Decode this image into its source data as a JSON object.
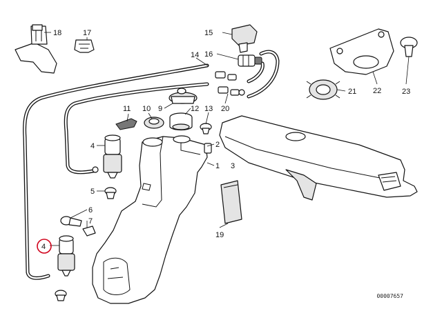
{
  "diagram": {
    "drawing_code": "00007657",
    "highlight_color": "#d0021b",
    "highlighted_label": "4",
    "labels": {
      "l18": "18",
      "l17": "17",
      "l15": "15",
      "l14": "14",
      "l16": "16",
      "l22": "22",
      "l21": "21",
      "l23": "23",
      "l9": "9",
      "l10": "10",
      "l11": "11",
      "l12": "12",
      "l13": "13",
      "l20": "20",
      "l4a": "4",
      "l2": "2",
      "l1": "1",
      "l3": "3",
      "l5": "5",
      "l6": "6",
      "l7": "7",
      "l4b": "4",
      "l19": "19"
    }
  }
}
